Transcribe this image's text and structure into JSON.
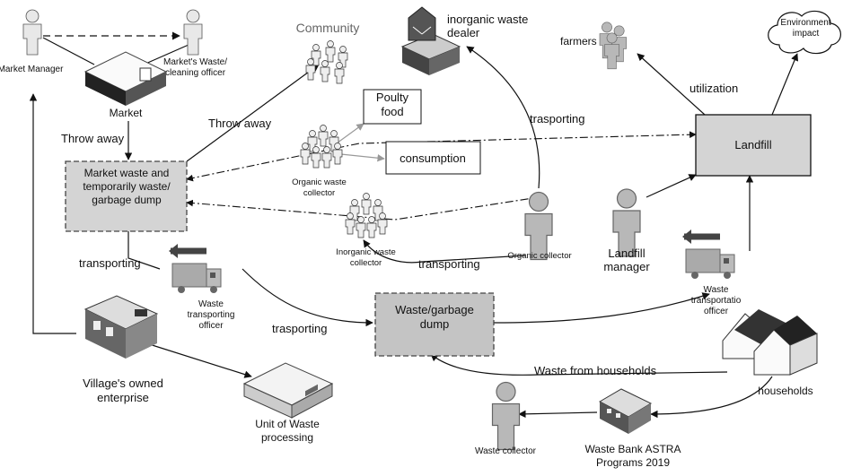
{
  "nodes": {
    "market_manager": "Market Manager",
    "cleaning_officer": "Market's Waste/ cleaning officer",
    "market": "Market",
    "community": "Community",
    "inorganic_dealer": "inorganic waste dealer",
    "farmers": "farmers",
    "environment_impact": "Environment impact",
    "poultry_food": "Poulty food",
    "consumption": "consumption",
    "market_waste_dump": "Market waste and temporarily waste/ garbage dump",
    "organic_collector_group": "Organic waste collector",
    "inorganic_collector_group": "Inorganic waste collector",
    "landfill": "Landfill",
    "organic_collector": "Organic collector",
    "landfill_manager": "Landfill manager",
    "waste_transporting_officer": "Waste transporting officer",
    "waste_transportation_officer": "Waste transportatio officer",
    "waste_garbage_dump": "Waste/garbage dump",
    "village_enterprise": "Village's owned enterprise",
    "unit_processing": "Unit of Waste processing",
    "households": "households",
    "waste_collector": "Waste collector",
    "waste_bank": "Waste Bank ASTRA Programs 2019"
  },
  "edges": {
    "throw_away_market": "Throw away",
    "throw_away_community": "Throw away",
    "utilization": "utilization",
    "trasporting_dealer": "trasporting",
    "transporting_left": "transporting",
    "transporting_mid": "transporting",
    "trasporting_dump": "trasporting",
    "waste_from_households": "Waste from households"
  },
  "colors": {
    "box_fill_grey": "#d4d4d4",
    "line": "#111111",
    "person_fill": "#b8b8b8",
    "community_text": "#666666"
  },
  "icons": [
    "person-icon",
    "market-stall-icon",
    "barn-icon",
    "group-people-icon",
    "cloud-icon",
    "truck-icon",
    "building-icon",
    "house-icon",
    "processing-unit-icon"
  ]
}
